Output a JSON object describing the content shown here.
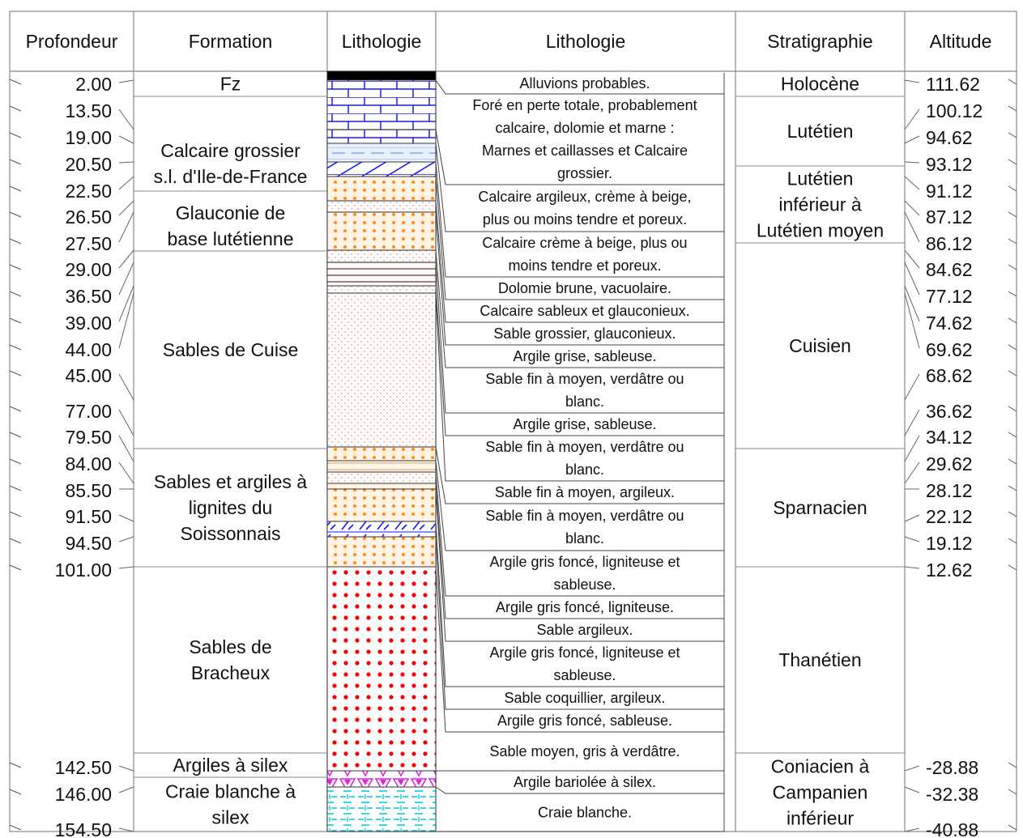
{
  "headers": {
    "depth": "Profondeur",
    "formation": "Formation",
    "lithology_graphic": "Lithologie",
    "lithology_text": "Lithologie",
    "stratigraphy": "Stratigraphie",
    "altitude": "Altitude"
  },
  "depths": [
    "2.00",
    "13.50",
    "19.00",
    "20.50",
    "22.50",
    "26.50",
    "27.50",
    "29.00",
    "36.50",
    "39.00",
    "44.00",
    "45.00",
    "77.00",
    "79.50",
    "84.00",
    "85.50",
    "91.50",
    "94.50",
    "101.00",
    "142.50",
    "146.00",
    "154.50"
  ],
  "altitudes": [
    "111.62",
    "100.12",
    "94.62",
    "93.12",
    "91.12",
    "87.12",
    "86.12",
    "84.62",
    "77.12",
    "74.62",
    "69.62",
    "68.62",
    "36.62",
    "34.12",
    "29.62",
    "28.12",
    "22.12",
    "19.12",
    "12.62",
    "-28.88",
    "-32.38",
    "-40.88"
  ],
  "formations": [
    {
      "lines": [
        "Fz"
      ]
    },
    {
      "lines": [
        "Calcaire grossier",
        "s.l. d'Ile-de-France"
      ]
    },
    {
      "lines": [
        "Glauconie de",
        "base lutétienne"
      ]
    },
    {
      "lines": [
        "Sables de Cuise"
      ]
    },
    {
      "lines": [
        "Sables et argiles à",
        "lignites du",
        "Soissonnais"
      ]
    },
    {
      "lines": [
        "Sables de",
        "Bracheux"
      ]
    },
    {
      "lines": [
        "Argiles à silex"
      ]
    },
    {
      "lines": [
        "Craie blanche à",
        "silex"
      ]
    }
  ],
  "stratigraphy": [
    {
      "lines": [
        "Holocène"
      ]
    },
    {
      "lines": [
        "Lutétien"
      ]
    },
    {
      "lines": [
        "Lutétien",
        "inférieur à",
        "Lutétien moyen"
      ]
    },
    {
      "lines": [
        "Cuisien"
      ]
    },
    {
      "lines": [
        "Sparnacien"
      ]
    },
    {
      "lines": [
        "Thanétien"
      ]
    },
    {
      "lines": [
        "Coniacien à",
        "Campanien",
        "inférieur"
      ]
    }
  ],
  "descriptions": [
    {
      "lines": [
        "Alluvions probables."
      ]
    },
    {
      "lines": [
        "Foré en perte totale, probablement",
        "calcaire, dolomie et marne :",
        "Marnes et caillasses et Calcaire",
        "grossier."
      ]
    },
    {
      "lines": [
        "Calcaire argileux, crème à beige,",
        "plus ou moins tendre et poreux."
      ]
    },
    {
      "lines": [
        "Calcaire crème à beige, plus ou",
        "moins tendre et poreux."
      ]
    },
    {
      "lines": [
        "Dolomie brune, vacuolaire."
      ]
    },
    {
      "lines": [
        "Calcaire sableux et glauconieux."
      ]
    },
    {
      "lines": [
        "Sable grossier, glauconieux."
      ]
    },
    {
      "lines": [
        "Argile grise, sableuse."
      ]
    },
    {
      "lines": [
        "Sable fin à moyen, verdâtre ou",
        "blanc."
      ]
    },
    {
      "lines": [
        "Argile grise, sableuse."
      ]
    },
    {
      "lines": [
        "Sable fin à moyen, verdâtre ou",
        "blanc."
      ]
    },
    {
      "lines": [
        "Sable fin à moyen, argileux."
      ]
    },
    {
      "lines": [
        "Sable fin à moyen, verdâtre ou",
        "blanc."
      ]
    },
    {
      "lines": [
        "Argile gris foncé, ligniteuse et",
        "sableuse."
      ]
    },
    {
      "lines": [
        "Argile gris foncé, ligniteuse."
      ]
    },
    {
      "lines": [
        "Sable argileux."
      ]
    },
    {
      "lines": [
        "Argile gris foncé, ligniteuse et",
        "sableuse."
      ]
    },
    {
      "lines": [
        "Sable coquillier, argileux."
      ]
    },
    {
      "lines": [
        "Argile gris foncé, sableuse."
      ]
    },
    {
      "lines": [
        "Sable moyen, gris à verdâtre."
      ]
    },
    {
      "lines": [
        "Argile bariolée à silex."
      ]
    },
    {
      "lines": [
        "Craie blanche."
      ]
    }
  ],
  "lithology_patterns": [
    "black-fill",
    "blue-brick-limestone",
    "blue-brick-limestone",
    "pale-blue-marl",
    "blue-hatch-dolomite",
    "orange-dots",
    "pink-stipple",
    "orange-dots",
    "pink-stipple",
    "brown-line",
    "pink-stipple",
    "pink-stipple",
    "orange-dots",
    "tan-lines",
    "pink-stipple",
    "orange-dots",
    "orange-dots",
    "blue-lignite",
    "orange-dots",
    "red-dots",
    "magenta-flint",
    "cyan-chalk"
  ],
  "colors": {
    "line": "#333333",
    "grid": "#888888",
    "black_fill": "#000000",
    "blue_limestone": "#1a1aff",
    "orange_sand": "#ff8c1a",
    "pink_stipple": "#d08080",
    "red_dots": "#ff0000",
    "magenta_flint": "#e020e0",
    "cyan_chalk": "#20d0e0"
  }
}
